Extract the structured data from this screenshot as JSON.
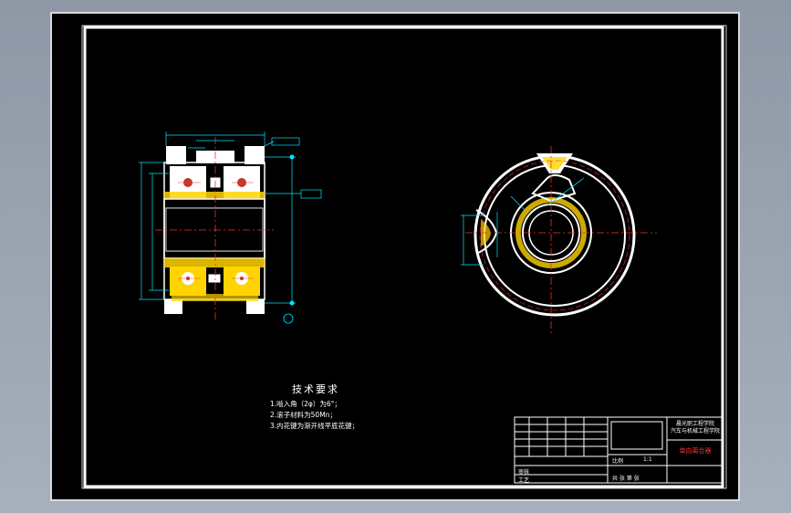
{
  "notes": {
    "title": "技术要求",
    "items": [
      "1.啮入角（2φ）为6°；",
      "2.滚子材料为50Mn；",
      "3.内花键为渐开线平底花键；"
    ]
  },
  "title_block": {
    "school_line1": "晨光职工程学院",
    "school_line2": "汽车与机械工程学院",
    "part_name": "单向离合器",
    "signature_1": "审核",
    "signature_2": "工艺",
    "label_weight": "比例",
    "label_scale": "1:1",
    "label_sheet": "共 张 第 张"
  },
  "colors": {
    "background": "#000000",
    "border": "#ffffff",
    "dimension": "#00e5ff",
    "centerline": "#ff2a2a",
    "part": "#ffffff",
    "hatch": "#ffd400"
  }
}
